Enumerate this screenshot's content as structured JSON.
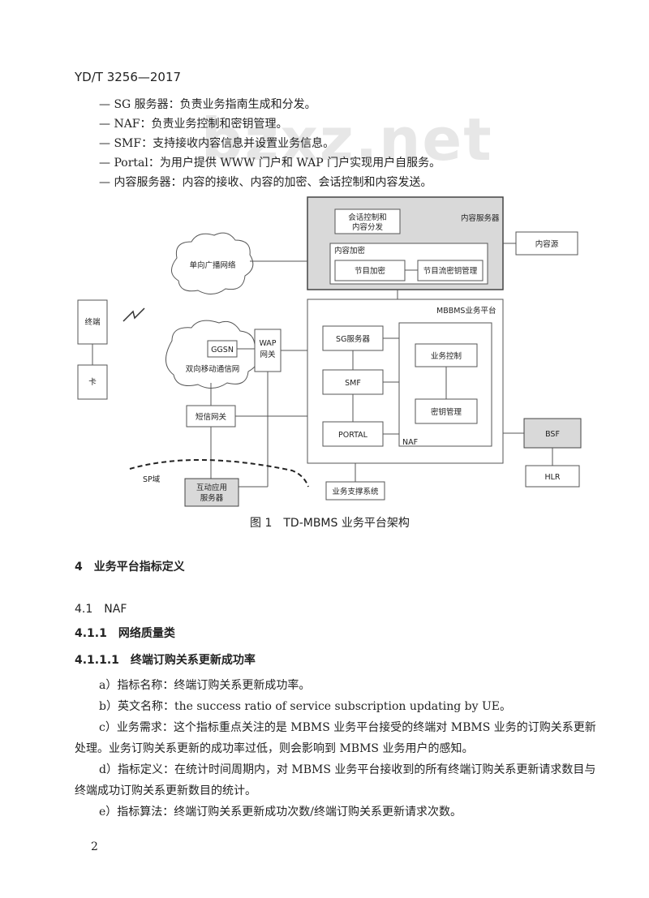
{
  "header": {
    "doc_id": "YD/T 3256—2017"
  },
  "watermark": "bzxz.net",
  "list_items": [
    "— SG 服务器：负责业务指南生成和分发。",
    "— NAF：负责业务控制和密钥管理。",
    "— SMF：支持接收内容信息并设置业务信息。",
    "— Portal：为用户提供 WWW 门户和 WAP 门户实现用户自服务。",
    "— 内容服务器：内容的接收、内容的加密、会话控制和内容发送。"
  ],
  "diagram": {
    "content_server": "内容服务器",
    "session_ctrl_1": "会话控制和",
    "session_ctrl_2": "内容分发",
    "content_enc": "内容加密",
    "program_enc": "节目加密",
    "stream_key": "节目流密钥管理",
    "content_source": "内容源",
    "broadcast_net": "单向广播网络",
    "terminal": "终端",
    "card": "卡",
    "ggsn": "GGSN",
    "mobile_net": "双向移动通信网",
    "wap_1": "WAP",
    "wap_2": "网关",
    "sms_gw": "短信网关",
    "platform": "MBBMS业务平台",
    "sg_server": "SG服务器",
    "smf": "SMF",
    "portal": "PORTAL",
    "naf": "NAF",
    "service_ctrl": "业务控制",
    "key_mgmt": "密钥管理",
    "bsf": "BSF",
    "hlr": "HLR",
    "sp_domain": "SP域",
    "interactive_1": "互动应用",
    "interactive_2": "服务器",
    "support_sys": "业务支撑系统"
  },
  "figure_caption": "图 1　TD-MBMS 业务平台架构",
  "section4": "4　业务平台指标定义",
  "section41": "4.1　NAF",
  "section411": "4.1.1　网络质量类",
  "section4111": "4.1.1.1　终端订购关系更新成功率",
  "item_a": "a）指标名称：终端订购关系更新成功率。",
  "item_b": "b）英文名称：the success ratio of service subscription updating by UE。",
  "item_c_1": "c）业务需求：这个指标重点关注的是 MBMS 业务平台接受的终端对 MBMS 业务的订购关系更新",
  "item_c_2": "处理。业务订购关系更新的成功率过低，则会影响到 MBMS 业务用户的感知。",
  "item_d_1": "d）指标定义：在统计时间周期内，对 MBMS 业务平台接收到的所有终端订购关系更新请求数目与",
  "item_d_2": "终端成功订购关系更新数目的统计。",
  "item_e": "e）指标算法：终端订购关系更新成功次数/终端订购关系更新请求次数。",
  "page_number": "2"
}
